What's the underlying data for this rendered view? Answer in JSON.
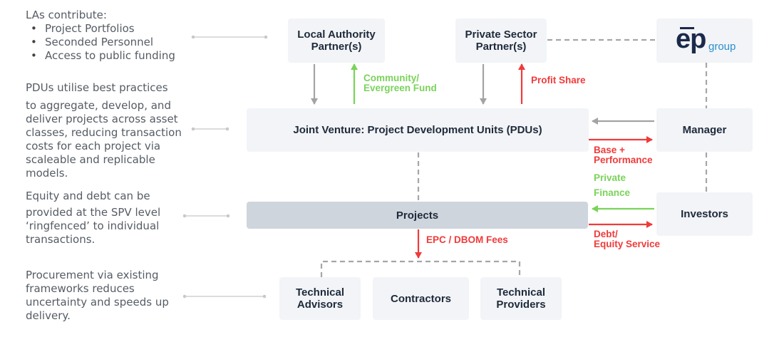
{
  "notes": {
    "las_heading": "LAs contribute:",
    "las_items": [
      "Project Portfolios",
      "Seconded Personnel",
      "Access to public funding"
    ],
    "pdu_first": "PDUs utilise best practices",
    "pdu_rest": "to aggregate, develop, and deliver projects across asset classes, reducing transaction costs for each project via scaleable and replicable models.",
    "equity_first": "Equity and debt can be",
    "equity_rest": "provided at the SPV level ‘ringfenced’ to individual transactions.",
    "procurement": "Procurement via existing frameworks reduces uncertainty and speeds up delivery."
  },
  "boxes": {
    "local_authority": "Local Authority Partner(s)",
    "private_sector": "Private Sector Partner(s)",
    "joint_venture": "Joint Venture: Project Development Units (PDUs)",
    "manager": "Manager",
    "projects": "Projects",
    "investors": "Investors",
    "technical_advisors": "Technical Advisors",
    "contractors": "Contractors",
    "technical_providers": "Technical Providers"
  },
  "flows": {
    "community_fund": "Community/\nEvergreen Fund",
    "profit_share": "Profit Share",
    "base_performance": "Base +\nPerformance",
    "private": "Private",
    "finance": "Finance",
    "debt_equity": "Debt/\nEquity Service",
    "epc_fees": "EPC / DBOM Fees"
  },
  "logo": {
    "brand": "ep",
    "suffix": "group"
  },
  "colors": {
    "green": "#7ad35a",
    "red": "#f03a3a",
    "grey_arrow": "#a3a3a3",
    "box": "#f2f4f7",
    "projects_box": "#cfd5dd"
  }
}
